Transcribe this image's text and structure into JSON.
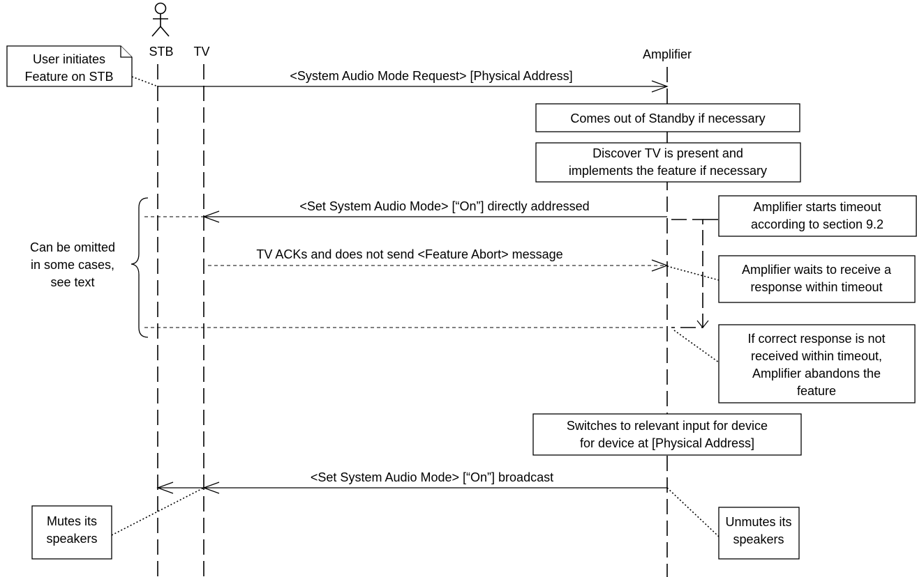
{
  "lifelines": {
    "stb": "STB",
    "tv": "TV",
    "amplifier": "Amplifier"
  },
  "notes": {
    "user_initiates": [
      "User initiates",
      "Feature on STB"
    ],
    "can_be_omitted": [
      "Can be omitted",
      "in some cases,",
      "see text"
    ],
    "timeout_start": [
      "Amplifier starts timeout",
      "according to section 9.2"
    ],
    "waits": [
      "Amplifier waits to receive a",
      "response within timeout"
    ],
    "abandons": [
      "If correct response is not",
      "received within timeout,",
      "Amplifier abandons the",
      "feature"
    ],
    "mutes": [
      "Mutes its",
      "speakers"
    ],
    "unmutes": [
      "Unmutes its",
      "speakers"
    ]
  },
  "activities": {
    "standby": "Comes out of Standby if necessary",
    "discover": [
      "Discover TV is present and",
      "implements the feature if necessary"
    ],
    "switches": [
      "Switches to relevant input for device",
      "for device at [Physical Address]"
    ]
  },
  "messages": {
    "request": "<System Audio Mode Request> [Physical Address]",
    "set_direct": "<Set System Audio Mode> [“On”] directly addressed",
    "ack": "TV ACKs and does not send <Feature Abort> message",
    "set_broadcast": "<Set System Audio Mode> [“On”] broadcast"
  }
}
